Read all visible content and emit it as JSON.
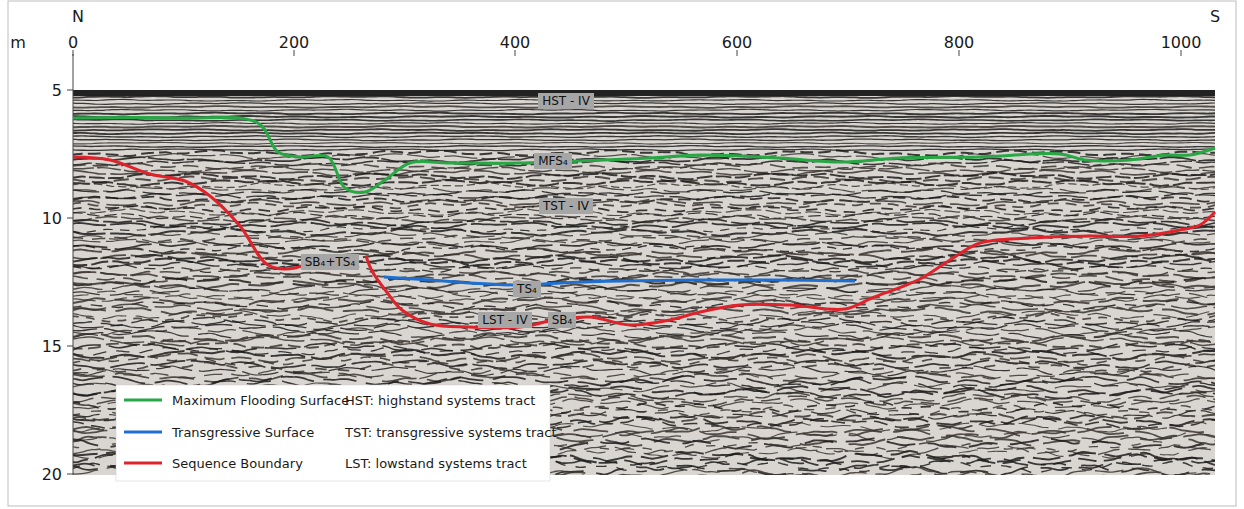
{
  "diagram": {
    "nodes": [
      {
        "text": [
          "HST - IV"
        ]
      },
      {
        "text": [
          "MFS₄"
        ]
      },
      {
        "text": [
          "TST - IV"
        ]
      },
      {
        "text": [
          "SB₄+TS₄"
        ]
      },
      {
        "text": [
          "TS₄"
        ]
      },
      {
        "text": [
          "LST - IV"
        ]
      },
      {
        "text": [
          "SB₄"
        ]
      }
    ],
    "labels": [
      "m",
      "0",
      "200",
      "400",
      "600",
      "800",
      "1000",
      "N",
      "S",
      "5",
      "10",
      "15",
      "20",
      "HST: highstand systems tract",
      "TST: transgressive systems tract",
      "LST: lowstand systems tract"
    ],
    "legend": [
      {
        "text": "Maximum Flooding Surface"
      },
      {
        "text": "Transgressive Surface"
      },
      {
        "text": "Sequence Boundary"
      }
    ]
  }
}
